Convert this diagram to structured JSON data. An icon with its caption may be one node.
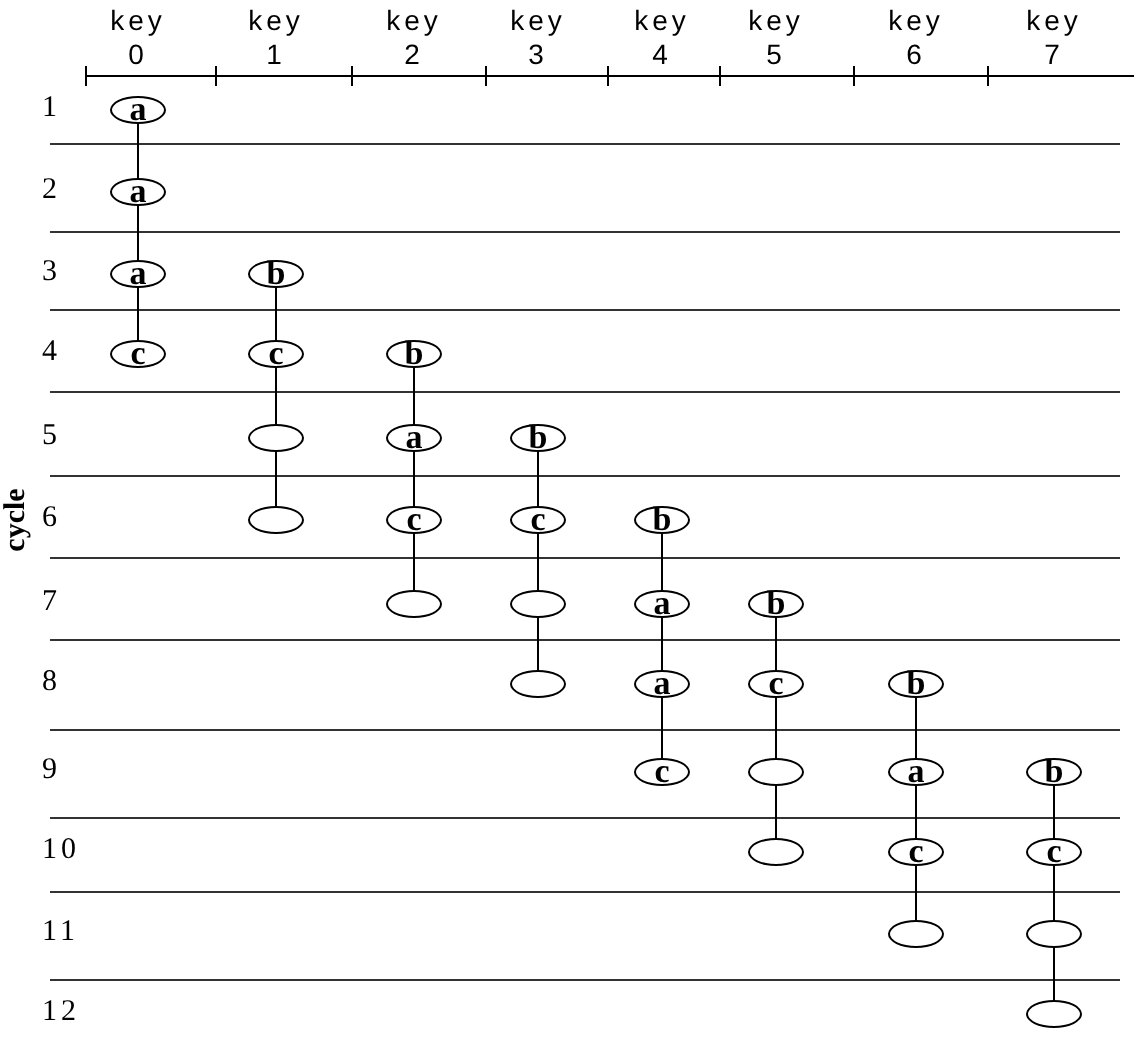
{
  "diagram": {
    "nodes": [
      {
        "text": [
          "a"
        ]
      },
      {
        "text": [
          "a"
        ]
      },
      {
        "text": [
          "a"
        ]
      },
      {
        "text": [
          "b"
        ]
      },
      {
        "text": [
          "c"
        ]
      },
      {
        "text": [
          "c"
        ]
      },
      {
        "text": [
          "b"
        ]
      },
      {
        "text": [],
        "shape": "ellipse"
      },
      {
        "text": [
          "a"
        ]
      },
      {
        "text": [
          "b"
        ]
      },
      {
        "text": [],
        "shape": "ellipse"
      },
      {
        "text": [
          "c"
        ]
      },
      {
        "text": [
          "c"
        ]
      },
      {
        "text": [
          "b"
        ]
      },
      {
        "text": [],
        "shape": "ellipse"
      },
      {
        "text": [],
        "shape": "ellipse"
      },
      {
        "text": [
          "a"
        ]
      },
      {
        "text": [
          "b"
        ]
      },
      {
        "text": [],
        "shape": "ellipse"
      },
      {
        "text": [
          "a"
        ]
      },
      {
        "text": [
          "c"
        ]
      },
      {
        "text": [
          "b"
        ]
      },
      {
        "text": [
          "c"
        ]
      },
      {
        "text": [],
        "shape": "ellipse"
      },
      {
        "text": [
          "a"
        ]
      },
      {
        "text": [
          "b"
        ]
      },
      {
        "text": [],
        "shape": "ellipse"
      },
      {
        "text": [
          "c"
        ]
      },
      {
        "text": [
          "c"
        ]
      },
      {
        "text": [],
        "shape": "ellipse"
      },
      {
        "text": [],
        "shape": "ellipse"
      },
      {
        "text": [],
        "shape": "ellipse"
      }
    ],
    "edges": [
      {
        "from": 0,
        "to": 1,
        "arrow": "none"
      },
      {
        "from": 1,
        "to": 2,
        "arrow": "none"
      },
      {
        "from": 2,
        "to": 4,
        "arrow": "none"
      },
      {
        "from": 3,
        "to": 5,
        "arrow": "none"
      },
      {
        "from": 5,
        "to": 7,
        "arrow": "none"
      },
      {
        "from": 7,
        "to": 10,
        "arrow": "none"
      },
      {
        "from": 6,
        "to": 8,
        "arrow": "none"
      },
      {
        "from": 8,
        "to": 11,
        "arrow": "none"
      },
      {
        "from": 11,
        "to": 14,
        "arrow": "none"
      },
      {
        "from": 9,
        "to": 12,
        "arrow": "none"
      },
      {
        "from": 12,
        "to": 15,
        "arrow": "none"
      },
      {
        "from": 15,
        "to": 18,
        "arrow": "none"
      },
      {
        "from": 13,
        "to": 16,
        "arrow": "none"
      },
      {
        "from": 16,
        "to": 19,
        "arrow": "none"
      },
      {
        "from": 19,
        "to": 22,
        "arrow": "none"
      },
      {
        "from": 17,
        "to": 20,
        "arrow": "none"
      },
      {
        "from": 20,
        "to": 23,
        "arrow": "none"
      },
      {
        "from": 23,
        "to": 26,
        "arrow": "none"
      },
      {
        "from": 21,
        "to": 24,
        "arrow": "none"
      },
      {
        "from": 24,
        "to": 27,
        "arrow": "none"
      },
      {
        "from": 27,
        "to": 29,
        "arrow": "none"
      },
      {
        "from": 25,
        "to": 28,
        "arrow": "none"
      },
      {
        "from": 28,
        "to": 30,
        "arrow": "none"
      },
      {
        "from": 30,
        "to": 31,
        "arrow": "none"
      }
    ],
    "labels": [
      "key 0",
      "key 1",
      "key 2",
      "key 3",
      "key 4",
      "key 5",
      "key 6",
      "key 7",
      "cycle",
      "1",
      "2",
      "3",
      "4",
      "5",
      "6",
      "7",
      "8",
      "9",
      "10",
      "11",
      "12"
    ]
  }
}
